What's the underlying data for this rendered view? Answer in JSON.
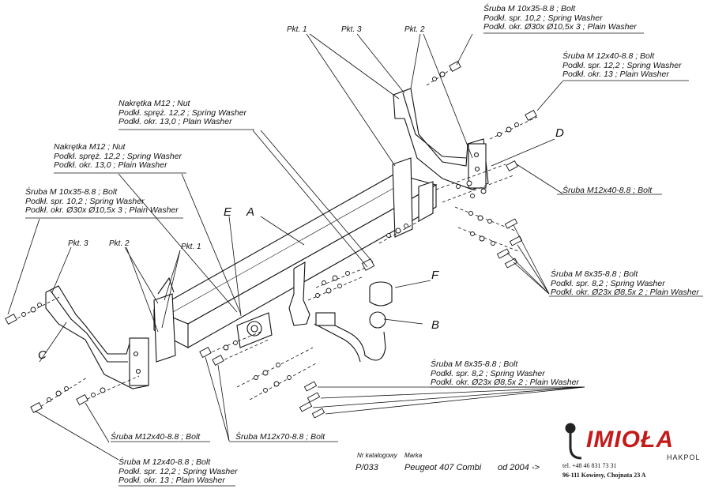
{
  "labels": {
    "top_right_bolt": [
      "Śruba M 10x35-8.8  ;  Bolt",
      "Podkł. spr. 10,2  ; Spring Washer",
      "Podkł. okr.  Ø30x Ø10,5x 3 ; Plain Washer"
    ],
    "right_bolt_12x40": [
      "Śruba M 12x40-8.8  ;  Bolt",
      "Podkł. spr. 12,2  ; Spring Washer",
      "Podkł. okr. 13  ; Plain Washer"
    ],
    "nut_top": [
      "Nakrętka  M12 ; Nut",
      "Podkł. spręż. 12,2 ; Spring Washer",
      "Podkł. okr. 13,0  ; Plain Washer"
    ],
    "nut_left": [
      "Nakrętka  M12 ; Nut",
      "Podkł. spręż. 12,2 ; Spring Washer",
      "Podkł. okr. 13,0  ; Plain Washer"
    ],
    "left_bolt_10x35": [
      "Śruba M 10x35-8.8  ;  Bolt",
      "Podkł. spr. 10,2  ; Spring Washer",
      "Podkł. okr.  Ø30x Ø10,5x 3 ; Plain Washer"
    ],
    "right_m12x40_single": "Śruba M12x40-8.8  ;  Bolt",
    "right_m8x35": [
      "Śruba M 8x35-8.8  ;  Bolt",
      "Podkł. spr. 8,2  ; Spring Washer",
      "Podkł. okr.  Ø23x Ø8,5x 2 ; Plain Washer"
    ],
    "center_m8x35": [
      "Śruba M 8x35-8.8  ;  Bolt",
      "Podkł. spr. 8,2  ; Spring Washer",
      "Podkł. okr.  Ø23x Ø8,5x 2 ; Plain Washer"
    ],
    "bottom_m12x40_single": "Śruba M12x40-8.8  ;  Bolt",
    "bottom_m12x70": "Śruba M12x70-8.8  ;  Bolt",
    "bottom_m12x40": [
      "Śruba M 12x40-8.8  ;  Bolt",
      "Podkł. spr. 12,2  ; Spring Washer",
      "Podkł. okr. 13  ; Plain Washer"
    ]
  },
  "points": {
    "top_pkt1": "Pkt. 1",
    "top_pkt3": "Pkt. 3",
    "top_pkt2": "Pkt. 2",
    "left_pkt3": "Pkt. 3",
    "left_pkt2": "Pkt. 2",
    "left_pkt1": "Pkt. 1"
  },
  "parts": {
    "A": "A",
    "B": "B",
    "C": "C",
    "D": "D",
    "E": "E",
    "F": "F"
  },
  "catalog": {
    "nr_label": "Nr katalogowy",
    "nr_value": "P/033",
    "marka_label": "Marka",
    "model": "Peugeot 407 Combi",
    "years": "od 2004 ->"
  },
  "brand": {
    "name": "IMIOŁA",
    "sub": "HAKPOL",
    "phone": "tel. +48 46 831 73 31",
    "address": "96-111 Kowiesy, Chojnata 23 A",
    "accent_color": "#c41a1a"
  }
}
